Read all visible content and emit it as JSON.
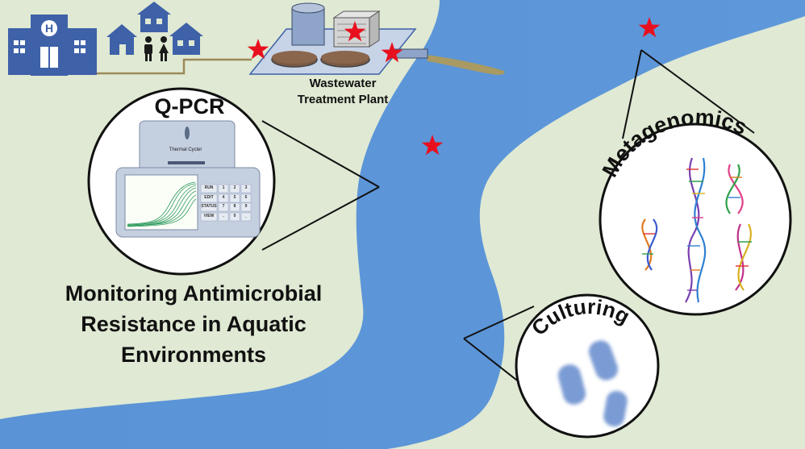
{
  "title": "Monitoring Antimicrobial Resistance in Aquatic Environments",
  "title_lines": [
    "Monitoring Antimicrobial",
    "Resistance in Aquatic",
    "Environments"
  ],
  "wwtp": {
    "label_lines": [
      "Wastewater",
      "Treatment Plant"
    ]
  },
  "methods": {
    "qpcr": {
      "label": "Q-PCR",
      "device_label": "Thermal Cycler",
      "keypad": [
        [
          "RUN",
          "1",
          "2",
          "3"
        ],
        [
          "EDIT",
          "4",
          "5",
          "6"
        ],
        [
          "STATUS",
          "7",
          "8",
          "9"
        ],
        [
          "VIEW",
          ".",
          "0",
          "_"
        ]
      ]
    },
    "metagenomics": {
      "label": "Metagenomics"
    },
    "culturing": {
      "label": "Culturing"
    }
  },
  "colors": {
    "land": "#dfe9d3",
    "river": "#5c95d8",
    "buildings": "#3e61a8",
    "star": "#e8101e",
    "pipe": "#9b8a5a",
    "discharge": "#a89a62"
  },
  "icons": [
    "hospital-icon",
    "house-icon",
    "people-icon",
    "sampling-star-icon",
    "dna-icon",
    "bacteria-icon"
  ]
}
